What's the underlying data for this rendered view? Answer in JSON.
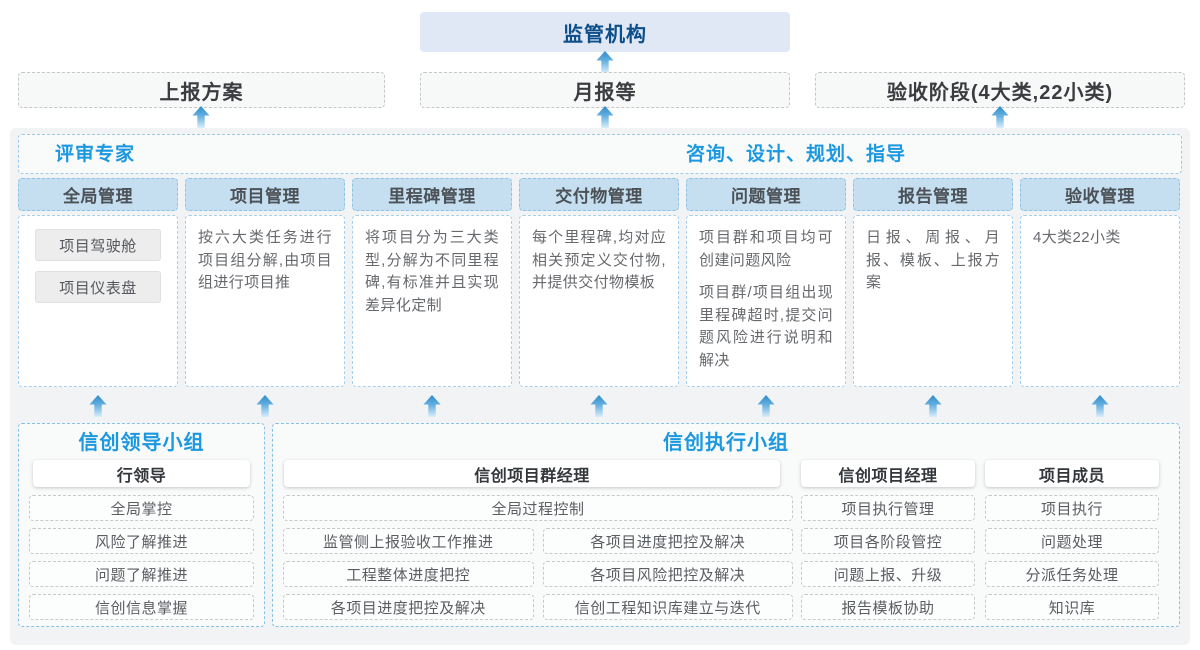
{
  "colors": {
    "accent_blue": "#1b98e0",
    "navy_blue": "#0d4f8b",
    "panel_bg": "#f1f3f4",
    "module_header_fill": "#c5dff0",
    "arrow_blue": "#4aa0d8"
  },
  "top": {
    "regulator": "监管机构",
    "outputs": [
      {
        "label": "上报方案"
      },
      {
        "label": "月报等"
      },
      {
        "label": "验收阶段(4大类,22小类)"
      }
    ]
  },
  "platform": {
    "left_role": "评审专家",
    "right_role": "咨询、设计、规划、指导",
    "modules": [
      {
        "title": "全局管理",
        "items": [
          "项目驾驶舱",
          "项目仪表盘"
        ]
      },
      {
        "title": "项目管理",
        "paras": [
          "按六大类任务进行项目组分解,由项目组进行项目推"
        ]
      },
      {
        "title": "里程碑管理",
        "paras": [
          "将项目分为三大类型,分解为不同里程碑,有标准并且实现差异化定制"
        ]
      },
      {
        "title": "交付物管理",
        "paras": [
          "每个里程碑,均对应相关预定义交付物,并提供交付物模板"
        ]
      },
      {
        "title": "问题管理",
        "paras": [
          "项目群和项目均可创建问题风险",
          "项目群/项目组出现里程碑超时,提交问题风险进行说明和解决"
        ]
      },
      {
        "title": "报告管理",
        "paras": [
          "日报、周报、月报、模板、上报方案"
        ]
      },
      {
        "title": "验收管理",
        "paras": [
          "4大类22小类"
        ]
      }
    ]
  },
  "bottom": {
    "leader_group": {
      "title": "信创领导小组",
      "role": "行领导",
      "tasks": [
        "全局掌控",
        "风险了解推进",
        "问题了解推进",
        "信创信息掌握"
      ]
    },
    "exec_group": {
      "title": "信创执行小组",
      "group_manager": {
        "role": "信创项目群经理",
        "full_task": "全局过程控制",
        "task_rows": [
          [
            "监管侧上报验收工作推进",
            "各项目进度把控及解决"
          ],
          [
            "工程整体进度把控",
            "各项目风险把控及解决"
          ],
          [
            "各项目进度把控及解决",
            "信创工程知识库建立与迭代"
          ]
        ]
      },
      "project_manager": {
        "role": "信创项目经理",
        "tasks": [
          "项目执行管理",
          "项目各阶段管控",
          "问题上报、升级",
          "报告模板协助"
        ]
      },
      "member": {
        "role": "项目成员",
        "tasks": [
          "项目执行",
          "问题处理",
          "分派任务处理",
          "知识库"
        ]
      }
    }
  }
}
